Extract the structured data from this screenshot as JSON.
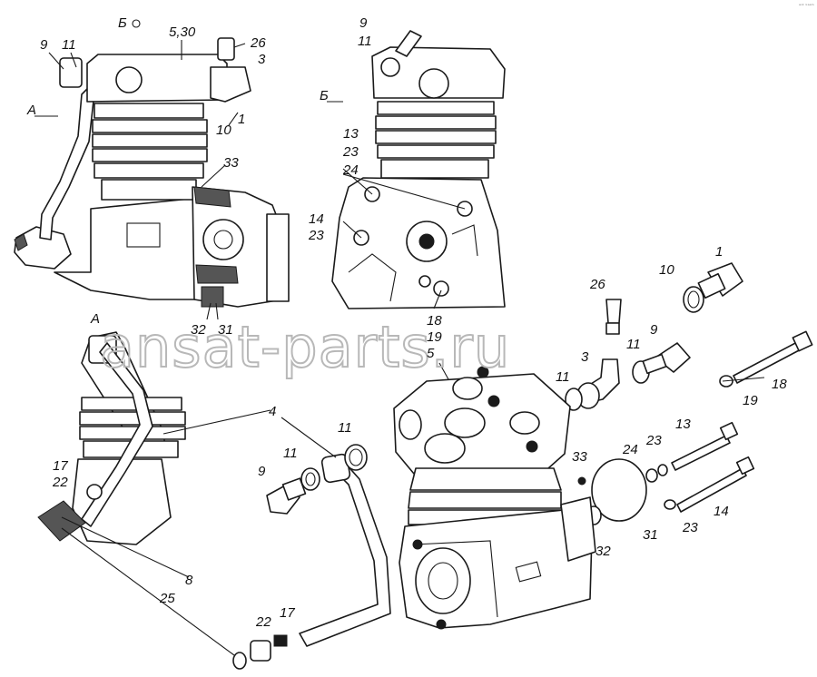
{
  "watermark": "ansat-parts.ru",
  "corner_mark": "ᵃᶜᵏ ᵏᵃᵃᵐ",
  "view_markers": {
    "a_top": "А",
    "a_side": "А",
    "b_top": "Б",
    "b_side": "Б"
  },
  "callouts": {
    "c9_a": "9",
    "c11_a": "11",
    "c530": "5,30",
    "c26_a": "26",
    "c3_a": "3",
    "c1_a": "1",
    "c10_a": "10",
    "c33_a": "33",
    "c32_a": "32",
    "c31_a": "31",
    "c9_b": "9",
    "c11_b": "11",
    "c13_b": "13",
    "c23_b": "23",
    "c24_b": "24",
    "c14_b": "14",
    "c23_c": "23",
    "c18_b": "18",
    "c19_b": "19",
    "c26": "26",
    "c1": "1",
    "c10": "10",
    "c11_c": "11",
    "c9_c": "9",
    "c3": "3",
    "c11_d": "11",
    "c5": "5",
    "c18": "18",
    "c19": "19",
    "c13": "13",
    "c24": "24",
    "c23_d": "23",
    "c33": "33",
    "c14": "14",
    "c23_e": "23",
    "c31": "31",
    "c32": "32",
    "c4": "4",
    "c11_e": "11",
    "c11_f": "11",
    "c9_d": "9",
    "c17_a": "17",
    "c22_a": "22",
    "c8": "8",
    "c25": "25",
    "c22_b": "22",
    "c17_b": "17"
  }
}
